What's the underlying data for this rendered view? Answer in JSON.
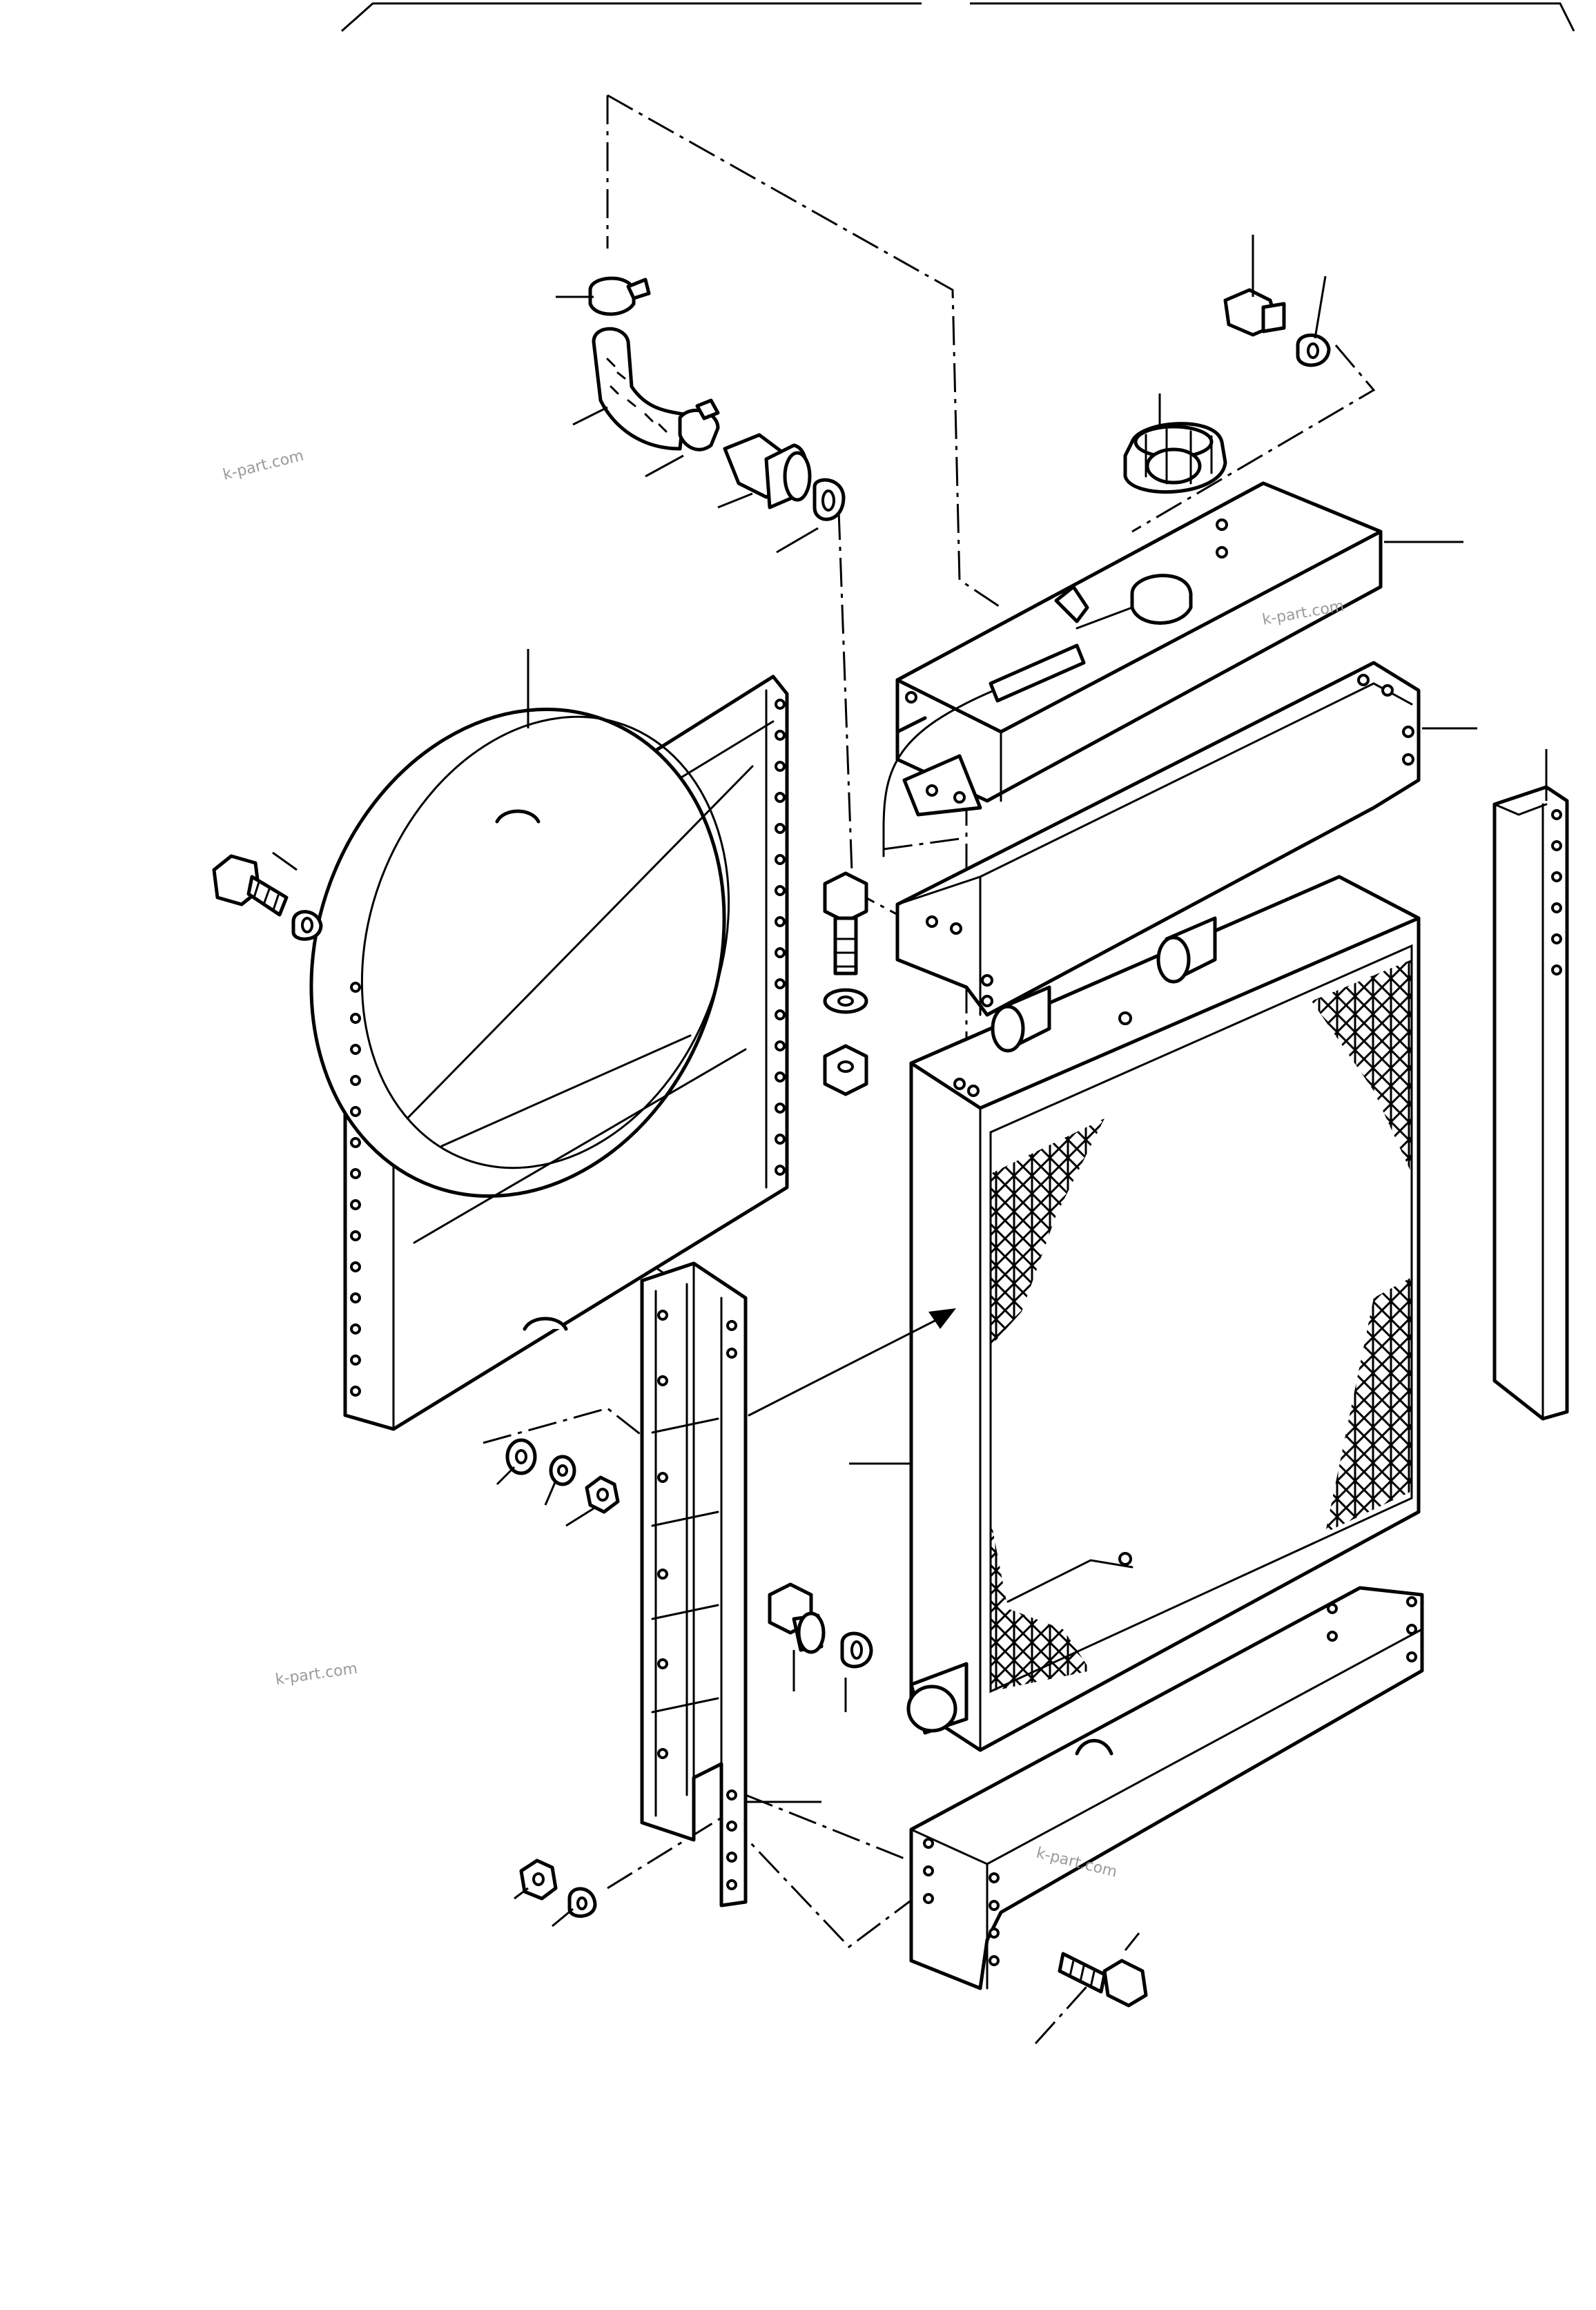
{
  "watermarks": [
    {
      "text": "k-part.com"
    },
    {
      "text": "k-part.com"
    },
    {
      "text": "k-part.com"
    },
    {
      "text": "k-part.com"
    }
  ],
  "colors": {
    "ink": "#000000",
    "paper": "#ffffff",
    "watermark": "#9a9a9a"
  }
}
